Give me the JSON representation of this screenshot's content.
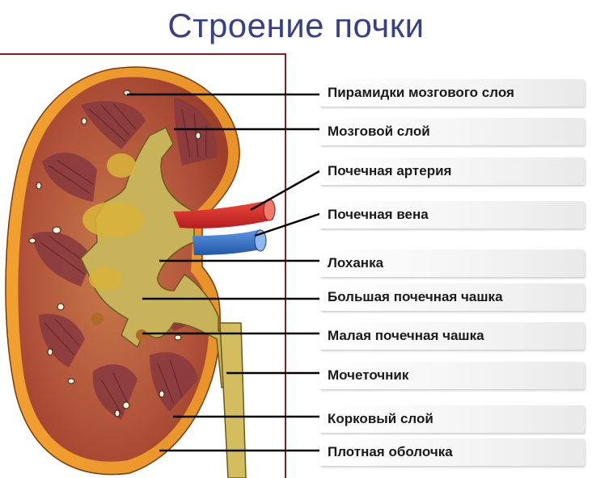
{
  "title": "Строение почки",
  "labels": [
    {
      "key": "medullary-pyramids",
      "text": "Пирамидки мозгового слоя"
    },
    {
      "key": "medulla",
      "text": "Мозговой слой"
    },
    {
      "key": "renal-artery",
      "text": "Почечная артерия"
    },
    {
      "key": "renal-vein",
      "text": "Почечная вена"
    },
    {
      "key": "renal-pelvis",
      "text": "Лоханка"
    },
    {
      "key": "major-calyx",
      "text": "Большая почечная чашка"
    },
    {
      "key": "minor-calyx",
      "text": "Малая почечная чашка"
    },
    {
      "key": "ureter",
      "text": "Мочеточник"
    },
    {
      "key": "cortex",
      "text": "Корковый слой"
    },
    {
      "key": "fibrous-capsule",
      "text": "Плотная оболочка"
    }
  ],
  "colors": {
    "title": "#39408a",
    "frame": "#8b1f1f",
    "capsule": "#e89a2c",
    "cortex": "#b2553a",
    "medulla": "#8a3b3e",
    "pelvis": "#c9b35a",
    "artery": "#d8262a",
    "vein": "#2f6fc9",
    "leader": "#000000"
  }
}
